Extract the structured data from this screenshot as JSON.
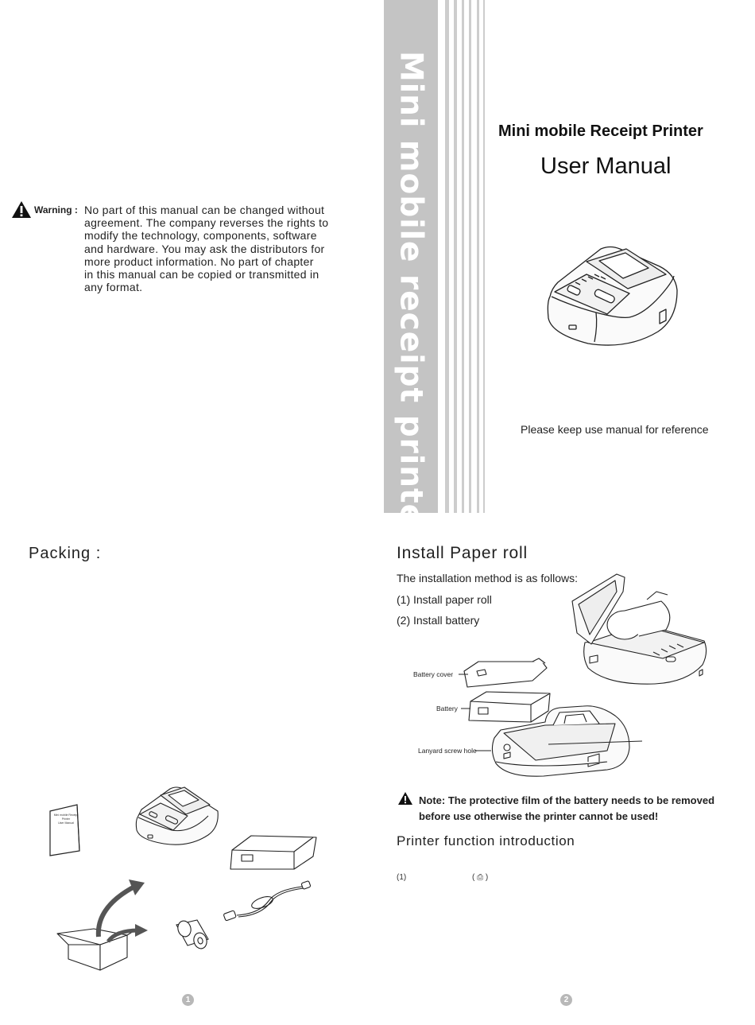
{
  "spine": {
    "title": "Mini mobile receipt printer"
  },
  "warning": {
    "label": "Warning :",
    "lines": [
      "No part of this manual can be changed without",
      "agreement. The company reverses the rights to",
      "modify the technology, components, software",
      "and hardware. You may ask the distributors for",
      "more product information. No part of chapter",
      "in this manual can be copied or transmitted in",
      "any format."
    ]
  },
  "cover": {
    "title": "Mini mobile Receipt Printer",
    "subtitle": "User Manual",
    "note": "Please keep use manual for reference"
  },
  "packing": {
    "title": "Packing :",
    "booklet_text": [
      "Mini mobile Receipt Printer",
      "User Manual"
    ]
  },
  "install": {
    "title": "Install Paper roll",
    "intro": "The installation method is as follows:",
    "steps": [
      "(1) Install paper roll",
      "(2) Install battery"
    ],
    "callouts": {
      "battery_cover": "Battery cover",
      "battery": "Battery",
      "lanyard": "Lanyard screw hole"
    },
    "note_lines": [
      "Note: The protective film of the battery needs to be removed",
      "before use otherwise the printer cannot be used!"
    ]
  },
  "function": {
    "title": "Printer function introduction",
    "item_number": "(1)",
    "item_symbol": "( ⎙ )"
  },
  "pages": {
    "left": "1",
    "right": "2"
  }
}
